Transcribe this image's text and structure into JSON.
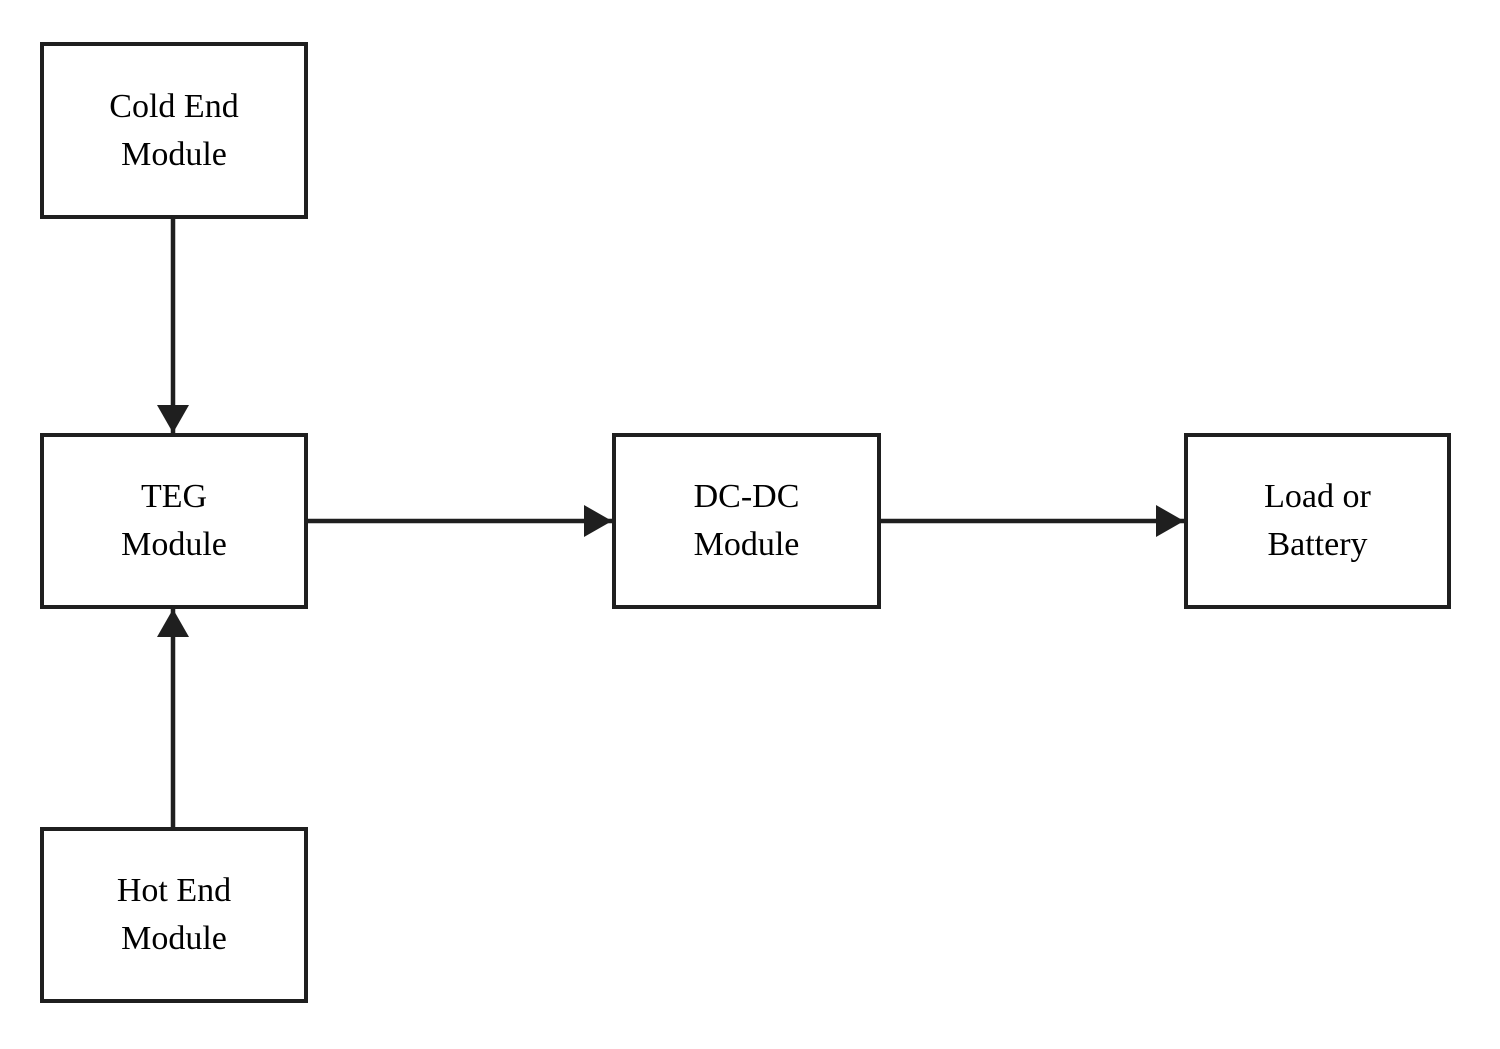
{
  "diagram": {
    "type": "block-diagram",
    "background_color": "#ffffff",
    "line_color": "#1f1f1f",
    "text_color": "#000000",
    "nodes": {
      "cold_end": {
        "label": "Cold End\nModule"
      },
      "teg": {
        "label": "TEG\nModule"
      },
      "hot_end": {
        "label": "Hot End\nModule"
      },
      "dc_dc": {
        "label": "DC-DC\nModule"
      },
      "load": {
        "label": "Load or\nBattery"
      }
    },
    "edges": [
      {
        "from": "Cold End Module",
        "to": "TEG Module",
        "direction": "down"
      },
      {
        "from": "Hot End Module",
        "to": "TEG Module",
        "direction": "up"
      },
      {
        "from": "TEG Module",
        "to": "DC-DC Module",
        "direction": "right"
      },
      {
        "from": "DC-DC Module",
        "to": "Load or Battery",
        "direction": "right"
      }
    ]
  }
}
